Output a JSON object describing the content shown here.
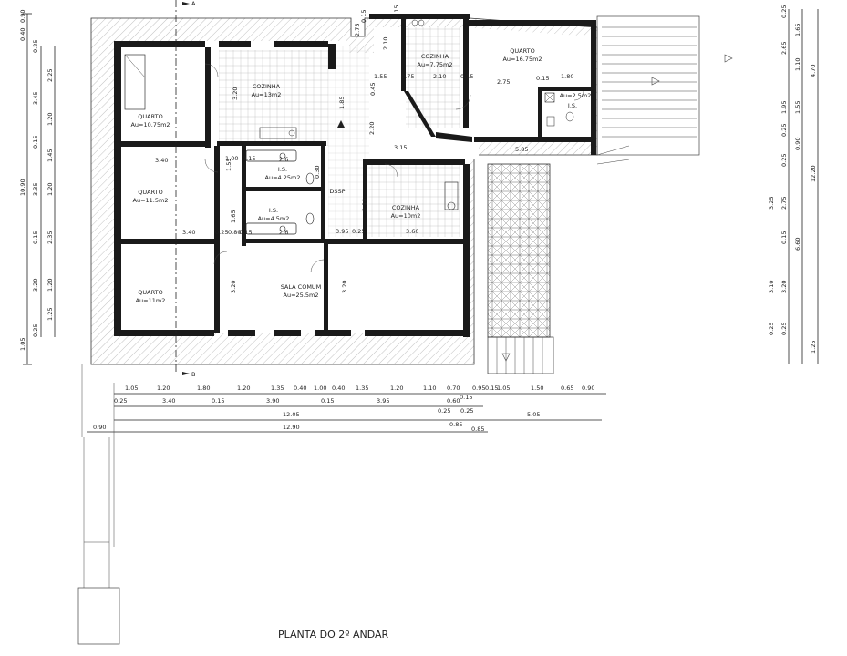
{
  "title": "PLANTA DO 2º ANDAR",
  "section_markers": {
    "a": "A",
    "b": "B"
  },
  "rooms": [
    {
      "name": "QUARTO",
      "area": "Au=10.75m2"
    },
    {
      "name": "QUARTO",
      "area": "Au=11.5m2"
    },
    {
      "name": "QUARTO",
      "area": "Au=11m2"
    },
    {
      "name": "COZINHA",
      "area": "Au=13m2"
    },
    {
      "name": "I.S.",
      "area": "Au=4.25m2"
    },
    {
      "name": "I.S.",
      "area": "Au=4.5m2"
    },
    {
      "name": "SALA COMUM",
      "area": "Au=25.5m2"
    },
    {
      "name": "COZINHA",
      "area": "Au=10m2"
    },
    {
      "name": "COZINHA",
      "area": "Au=7.75m2"
    },
    {
      "name": "QUARTO",
      "area": "Au=16.75m2"
    },
    {
      "name": "I.S.",
      "area": "Au=2.5m2"
    },
    {
      "name": "DSSP",
      "area": ""
    }
  ],
  "left_dims_outer": [
    "0.90",
    "0.40",
    "0.25",
    "10.90",
    "1.05"
  ],
  "left_dims_inner": [
    "2.25",
    "3.45",
    "1.20",
    "0.15",
    "1.45",
    "3.35",
    "1.20",
    "0.15",
    "2.35",
    "3.20",
    "1.20",
    "1.25",
    "0.25"
  ],
  "right_dims_outer": [
    "0.25",
    "1.65",
    "2.65",
    "4.70",
    "1.10",
    "1.95",
    "1.55",
    "0.25",
    "0.90",
    "12.20",
    "0.25",
    "3.25",
    "2.75",
    "6.60",
    "0.15",
    "3.10",
    "3.20",
    "0.25",
    "1.25",
    "0.25"
  ],
  "bottom_row1": [
    "1.05",
    "1.20",
    "1.80",
    "1.20",
    "1.35",
    "0.40",
    "1.00",
    "0.40",
    "1.35",
    "1.20",
    "1.10",
    "0.70",
    "0.95",
    "0.15",
    "1.05",
    "1.50",
    "0.65",
    "0.90"
  ],
  "bottom_row2": [
    "0.25",
    "3.40",
    "0.15",
    "3.90",
    "0.15",
    "3.95",
    "0.60",
    "0.15",
    "0.25",
    "0.25"
  ],
  "bottom_row3": [
    "12.05",
    "5.05"
  ],
  "bottom_row4": [
    "0.90",
    "12.90",
    "0.85",
    "0.85"
  ],
  "inner_dims": [
    "3.40",
    "1.00",
    "0.15",
    "1.55",
    "2.6",
    "3.40",
    "0.25",
    "0.80",
    "0.15",
    "2.6",
    "3.20",
    "3.20",
    "3.20",
    "3.95",
    "0.25",
    "3.60",
    "2.10",
    "3.15",
    "2.20",
    "1.85",
    "0.45",
    "1.55",
    "0.75",
    "2.10",
    "0.15",
    "2.75",
    "0.15",
    "1.80",
    "5.85",
    "2.75",
    "0.15",
    "2.10",
    "0.15",
    "0.30",
    "1.65"
  ]
}
